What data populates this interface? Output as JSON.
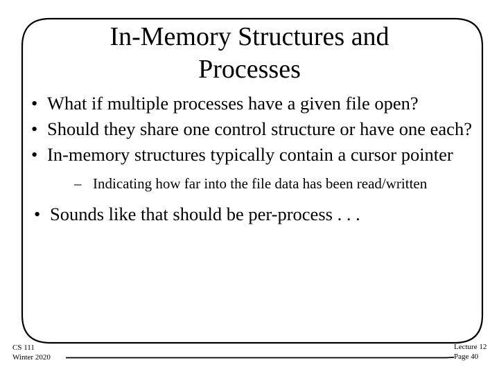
{
  "slide": {
    "title_lines": [
      "In-Memory Structures and",
      "Processes"
    ],
    "bullet_marker": "•",
    "sub_marker": "–",
    "bullets": [
      {
        "level": 1,
        "text": "What if multiple processes have a given file open?"
      },
      {
        "level": 1,
        "text": "Should they share one control structure or have one each?"
      },
      {
        "level": 1,
        "text": "In-memory structures typically contain a cursor pointer"
      },
      {
        "level": 2,
        "text": "Indicating how far into the file data has been read/written"
      },
      {
        "level": 1,
        "text": "Sounds like that should be per-process . . ."
      }
    ],
    "footer": {
      "course": "CS 111",
      "term": "Winter 2020",
      "lecture": "Lecture 12",
      "page": "Page 40"
    },
    "colors": {
      "background": "#ffffff",
      "text": "#000000",
      "frame": "#000000"
    }
  }
}
